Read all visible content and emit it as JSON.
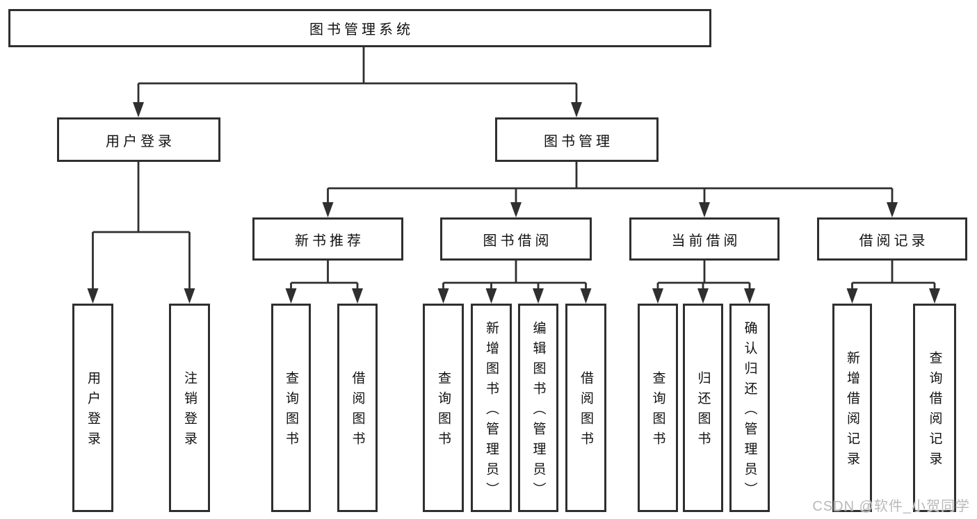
{
  "nodes": {
    "root": {
      "label": "图书管理系统"
    },
    "user_login": {
      "label": "用户登录"
    },
    "book_mgmt": {
      "label": "图书管理"
    },
    "new_books": {
      "label": "新书推荐"
    },
    "book_borrow": {
      "label": "图书借阅"
    },
    "current_borrow": {
      "label": "当前借阅"
    },
    "borrow_records": {
      "label": "借阅记录"
    },
    "leaf_user_login": {
      "label": "用户登录"
    },
    "leaf_logout": {
      "label": "注销登录"
    },
    "leaf_nb_query": {
      "label": "查询图书"
    },
    "leaf_nb_borrow": {
      "label": "借阅图书"
    },
    "leaf_bb_query": {
      "label": "查询图书"
    },
    "leaf_bb_add": {
      "label": "新增图书（管理员）"
    },
    "leaf_bb_edit": {
      "label": "编辑图书（管理员）"
    },
    "leaf_bb_borrow": {
      "label": "借阅图书"
    },
    "leaf_cb_query": {
      "label": "查询图书"
    },
    "leaf_cb_return": {
      "label": "归还图书"
    },
    "leaf_cb_confirm": {
      "label": "确认归还（管理员）"
    },
    "leaf_br_add": {
      "label": "新增借阅记录"
    },
    "leaf_br_query": {
      "label": "查询借阅记录"
    }
  },
  "hierarchy": {
    "root": [
      "user_login",
      "book_mgmt"
    ],
    "user_login": [
      "leaf_user_login",
      "leaf_logout"
    ],
    "book_mgmt": [
      "new_books",
      "book_borrow",
      "current_borrow",
      "borrow_records"
    ],
    "new_books": [
      "leaf_nb_query",
      "leaf_nb_borrow"
    ],
    "book_borrow": [
      "leaf_bb_query",
      "leaf_bb_add",
      "leaf_bb_edit",
      "leaf_bb_borrow"
    ],
    "current_borrow": [
      "leaf_cb_query",
      "leaf_cb_return",
      "leaf_cb_confirm"
    ],
    "borrow_records": [
      "leaf_br_add",
      "leaf_br_query"
    ]
  },
  "watermark": {
    "text": "CSDN @软件_小贺同学"
  },
  "colors": {
    "line": "#2f2f2f",
    "text": "#111111",
    "box_background": "#ffffff",
    "page_background": "#ffffff",
    "watermark": "#b9b9b9"
  }
}
